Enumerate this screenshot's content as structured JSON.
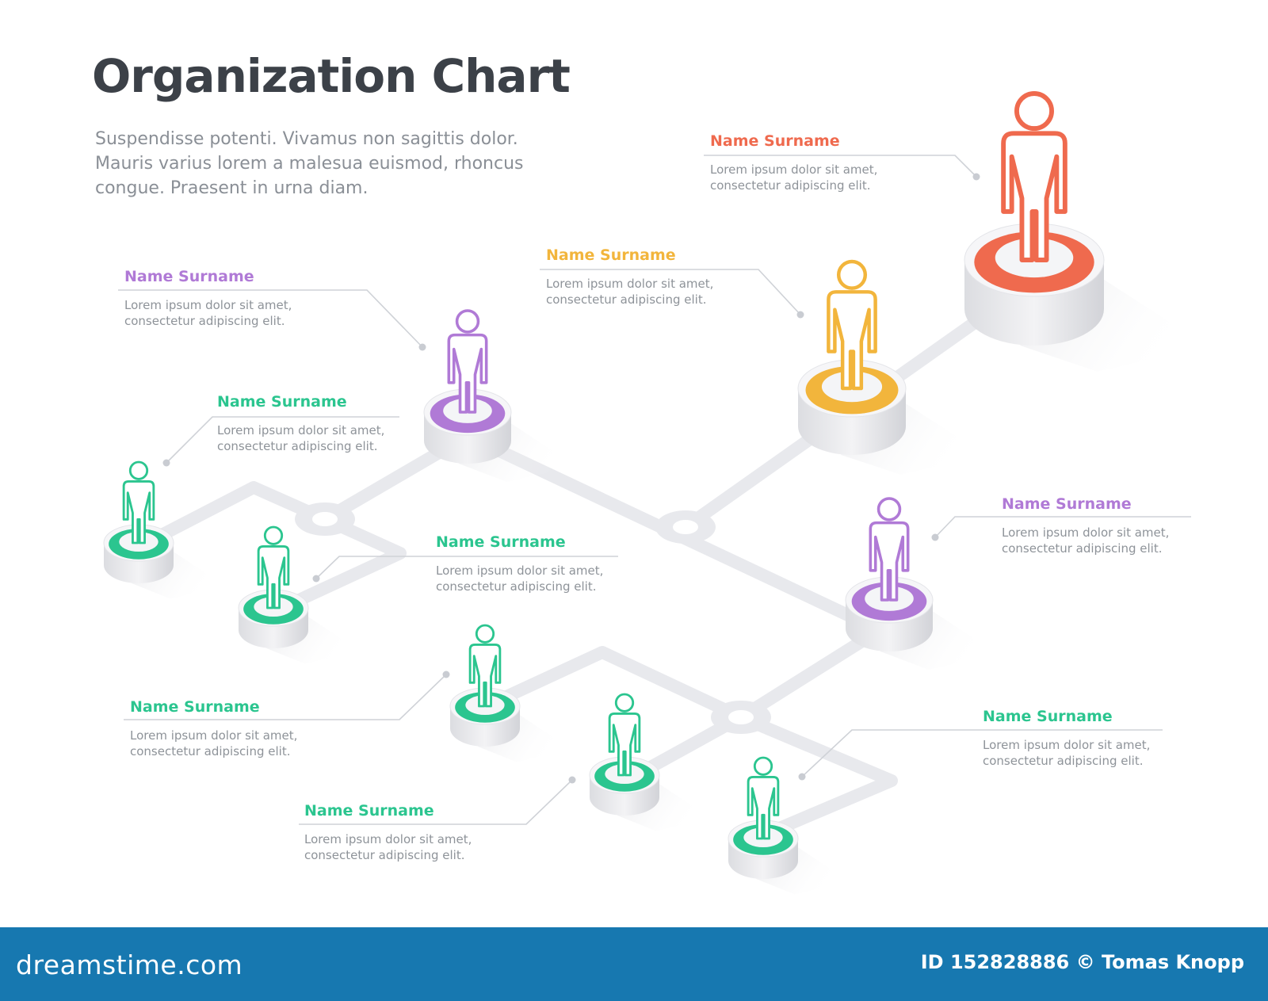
{
  "title": "Organization Chart",
  "description": [
    "Suspendisse potenti. Vivamus non sagittis dolor.",
    "Mauris varius lorem a malesua euismod, rhoncus",
    "congue. Praesent in urna diam."
  ],
  "colors": {
    "red": "#ef6a4e",
    "orange": "#f2b53c",
    "purple": "#b07ad6",
    "green": "#2bc58f",
    "track": "#e8e9ed",
    "footer": "#1778b0",
    "text_dark": "#3c4148",
    "text_gray": "#8e9399"
  },
  "members": [
    {
      "name": "Name Surname",
      "text": [
        "Lorem ipsum dolor sit amet,",
        "consectetur adipiscing elit."
      ],
      "color": "red",
      "level": 1
    },
    {
      "name": "Name Surname",
      "text": [
        "Lorem ipsum dolor sit amet,",
        "consectetur adipiscing elit."
      ],
      "color": "orange",
      "level": 2
    },
    {
      "name": "Name Surname",
      "text": [
        "Lorem ipsum dolor sit amet,",
        "consectetur adipiscing elit."
      ],
      "color": "purple",
      "level": 3
    },
    {
      "name": "Name Surname",
      "text": [
        "Lorem ipsum dolor sit amet,",
        "consectetur adipiscing elit."
      ],
      "color": "purple",
      "level": 3
    },
    {
      "name": "Name Surname",
      "text": [
        "Lorem ipsum dolor sit amet,",
        "consectetur adipiscing elit."
      ],
      "color": "green",
      "level": 4
    },
    {
      "name": "Name Surname",
      "text": [
        "Lorem ipsum dolor sit amet,",
        "consectetur adipiscing elit."
      ],
      "color": "green",
      "level": 4
    },
    {
      "name": "Name Surname",
      "text": [
        "Lorem ipsum dolor sit amet,",
        "consectetur adipiscing elit."
      ],
      "color": "green",
      "level": 4
    },
    {
      "name": "Name Surname",
      "text": [
        "Lorem ipsum dolor sit amet,",
        "consectetur adipiscing elit."
      ],
      "color": "green",
      "level": 4
    },
    {
      "name": "Name Surname",
      "text": [
        "Lorem ipsum dolor sit amet,",
        "consectetur adipiscing elit."
      ],
      "color": "green",
      "level": 4
    }
  ],
  "footer": {
    "brand": "dreamstime.com",
    "credit": "ID 152828886 © Tomas Knopp"
  }
}
